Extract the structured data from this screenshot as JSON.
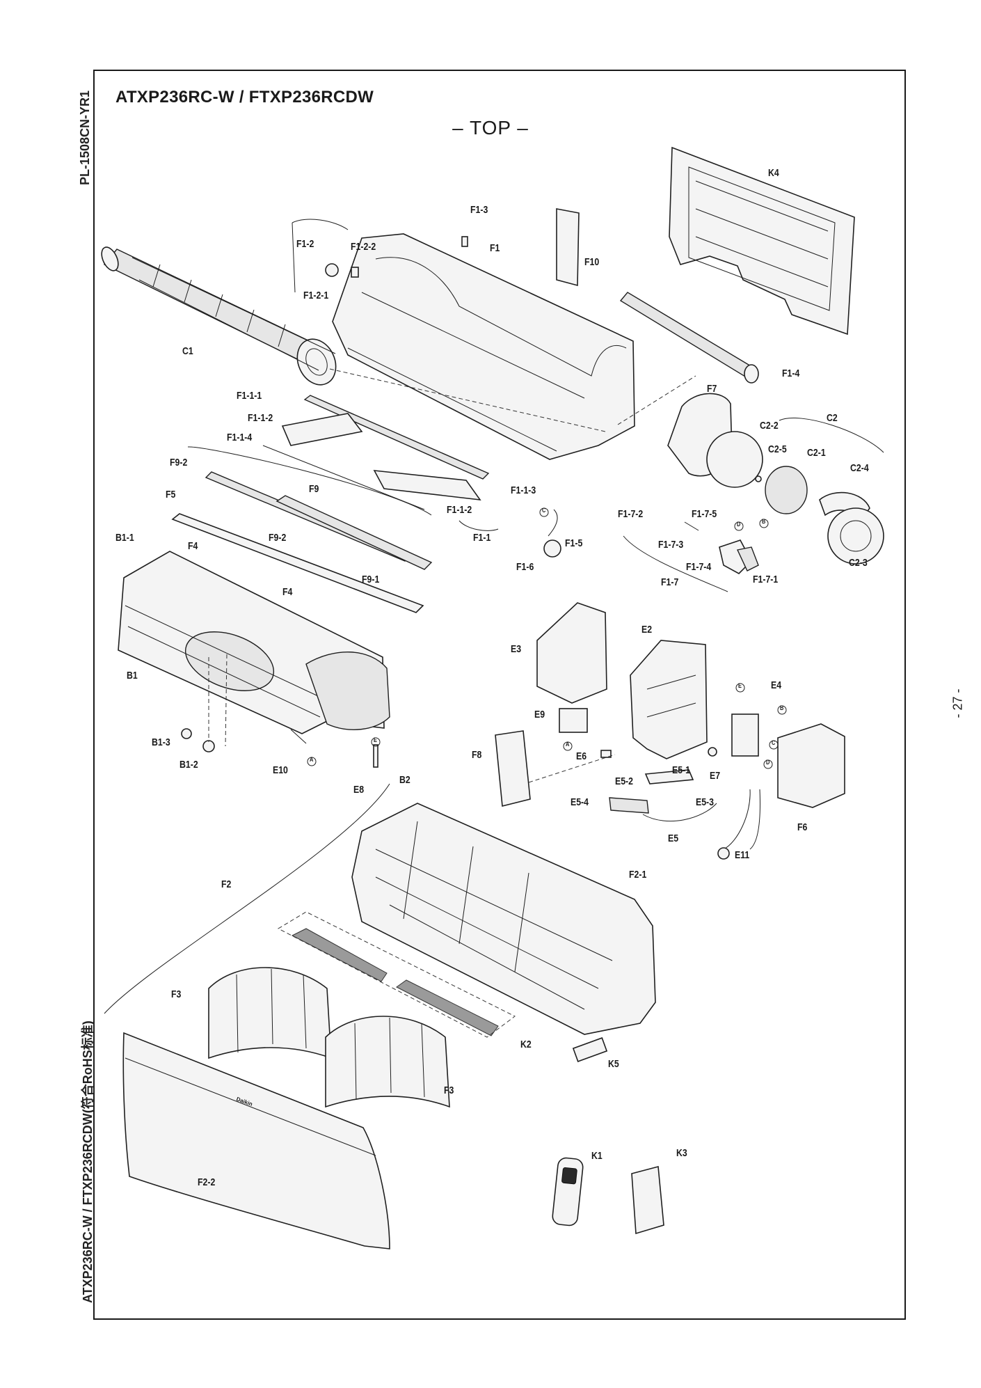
{
  "header": {
    "doc_code": "PL-1508CN-YR1",
    "model_title": "ATXP236RC-W / FTXP236RCDW",
    "view_label": "– TOP –",
    "side_note": "ATXP236RC-W / FTXP236RCDW(符合RoHS标准)",
    "page_number": "- 27 -"
  },
  "labels": {
    "F1_3": "F1-3",
    "F1_2": "F1-2",
    "F1_2_2": "F1-2-2",
    "F1": "F1",
    "F10": "F10",
    "K4": "K4",
    "F1_2_1": "F1-2-1",
    "C1": "C1",
    "F1_4": "F1-4",
    "F7": "F7",
    "F1_1_1": "F1-1-1",
    "C2": "C2",
    "F1_1_2a": "F1-1-2",
    "C2_2": "C2-2",
    "F1_1_4": "F1-1-4",
    "C2_5": "C2-5",
    "C2_1": "C2-1",
    "C2_4": "C2-4",
    "F9_2a": "F9-2",
    "F9": "F9",
    "F1_1_3": "F1-1-3",
    "F5": "F5",
    "F1_1_2b": "F1-1-2",
    "F1_7_2": "F1-7-2",
    "F1_7_5": "F1-7-5",
    "F9_2b": "F9-2",
    "F1_1": "F1-1",
    "B1_1": "B1-1",
    "F4a": "F4",
    "F1_5": "F1-5",
    "F1_7_3": "F1-7-3",
    "C2_3": "C2-3",
    "F1_6": "F1-6",
    "F1_7_4": "F1-7-4",
    "F9_1": "F9-1",
    "F1_7_1": "F1-7-1",
    "F1_7": "F1-7",
    "F4b": "F4",
    "E2": "E2",
    "E3": "E3",
    "B1": "B1",
    "E4": "E4",
    "E9": "E9",
    "B1_3": "B1-3",
    "F8": "F8",
    "E6": "E6",
    "B1_2": "B1-2",
    "E10": "E10",
    "E5_1": "E5-1",
    "E7": "E7",
    "E8": "E8",
    "B2": "B2",
    "E5_2": "E5-2",
    "E5_4": "E5-4",
    "E5_3": "E5-3",
    "F6": "F6",
    "E5": "E5",
    "E11": "E11",
    "F2": "F2",
    "F2_1": "F2-1",
    "F3a": "F3",
    "K2": "K2",
    "K5": "K5",
    "F3b": "F3",
    "K1": "K1",
    "K3": "K3",
    "F2_2": "F2-2"
  },
  "markers": {
    "A": "A",
    "B": "B",
    "C": "C",
    "D": "D",
    "E": "E"
  },
  "brand_mark": "Daikin"
}
